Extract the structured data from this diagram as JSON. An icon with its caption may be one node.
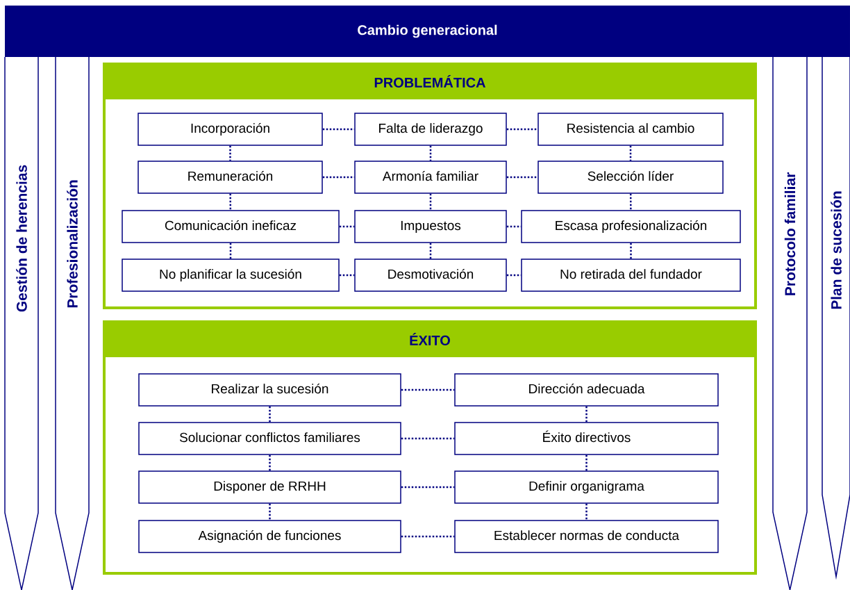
{
  "diagram": {
    "nodes": [
      {
        "text": [
          "Cambio generacional"
        ]
      },
      {
        "text": [
          "Gestión de herencias"
        ]
      },
      {
        "text": [
          "Profesionalización"
        ]
      },
      {
        "text": [
          "PROBLEMÁTICA"
        ]
      },
      {
        "text": [
          "Incorporación"
        ],
        "in": 3
      },
      {
        "text": [
          "Falta de liderazgo"
        ],
        "in": 3
      },
      {
        "text": [
          "Resistencia al cambio"
        ],
        "in": 3
      },
      {
        "text": [
          "Remuneración"
        ],
        "in": 3
      },
      {
        "text": [
          "Armonía familiar"
        ],
        "in": 3
      },
      {
        "text": [
          "Selección líder"
        ],
        "in": 3
      },
      {
        "text": [
          "Comunicación ineficaz"
        ],
        "in": 3
      },
      {
        "text": [
          "Impuestos"
        ],
        "in": 3
      },
      {
        "text": [
          "Escasa profesionalización"
        ],
        "in": 3
      },
      {
        "text": [
          "No planificar la sucesión"
        ],
        "in": 3
      },
      {
        "text": [
          "Desmotivación"
        ],
        "in": 3
      },
      {
        "text": [
          "No retirada del fundador"
        ],
        "in": 3
      },
      {
        "text": [
          "ÉXITO"
        ]
      },
      {
        "text": [
          "Realizar la sucesión"
        ],
        "in": 16
      },
      {
        "text": [
          "Dirección adecuada"
        ],
        "in": 16
      },
      {
        "text": [
          "Solucionar conflictos familiares"
        ],
        "in": 16
      },
      {
        "text": [
          "Éxito directivos"
        ],
        "in": 16
      },
      {
        "text": [
          "Disponer de RRHH"
        ],
        "in": 16
      },
      {
        "text": [
          "Definir organigrama"
        ],
        "in": 16
      },
      {
        "text": [
          "Asignación de funciones"
        ],
        "in": 16
      },
      {
        "text": [
          "Establecer normas de conducta"
        ],
        "in": 16
      },
      {
        "text": [
          "Protocolo familiar"
        ]
      },
      {
        "text": [
          "Plan de sucesión"
        ]
      }
    ],
    "edges": [
      {
        "from": 4,
        "to": 5,
        "arrow": "none"
      },
      {
        "from": 5,
        "to": 6,
        "arrow": "none"
      },
      {
        "from": 7,
        "to": 8,
        "arrow": "none"
      },
      {
        "from": 8,
        "to": 9,
        "arrow": "none"
      },
      {
        "from": 10,
        "to": 11,
        "arrow": "none"
      },
      {
        "from": 11,
        "to": 12,
        "arrow": "none"
      },
      {
        "from": 13,
        "to": 14,
        "arrow": "none"
      },
      {
        "from": 14,
        "to": 15,
        "arrow": "none"
      },
      {
        "from": 4,
        "to": 7,
        "arrow": "none"
      },
      {
        "from": 7,
        "to": 10,
        "arrow": "none"
      },
      {
        "from": 10,
        "to": 13,
        "arrow": "none"
      },
      {
        "from": 5,
        "to": 8,
        "arrow": "none"
      },
      {
        "from": 8,
        "to": 11,
        "arrow": "none"
      },
      {
        "from": 11,
        "to": 14,
        "arrow": "none"
      },
      {
        "from": 6,
        "to": 9,
        "arrow": "none"
      },
      {
        "from": 9,
        "to": 12,
        "arrow": "none"
      },
      {
        "from": 12,
        "to": 15,
        "arrow": "none"
      },
      {
        "from": 17,
        "to": 18,
        "arrow": "none"
      },
      {
        "from": 19,
        "to": 20,
        "arrow": "none"
      },
      {
        "from": 21,
        "to": 22,
        "arrow": "none"
      },
      {
        "from": 23,
        "to": 24,
        "arrow": "none"
      },
      {
        "from": 17,
        "to": 19,
        "arrow": "none"
      },
      {
        "from": 19,
        "to": 21,
        "arrow": "none"
      },
      {
        "from": 21,
        "to": 23,
        "arrow": "none"
      },
      {
        "from": 18,
        "to": 20,
        "arrow": "none"
      },
      {
        "from": 20,
        "to": 22,
        "arrow": "none"
      },
      {
        "from": 22,
        "to": 24,
        "arrow": "none"
      }
    ]
  }
}
